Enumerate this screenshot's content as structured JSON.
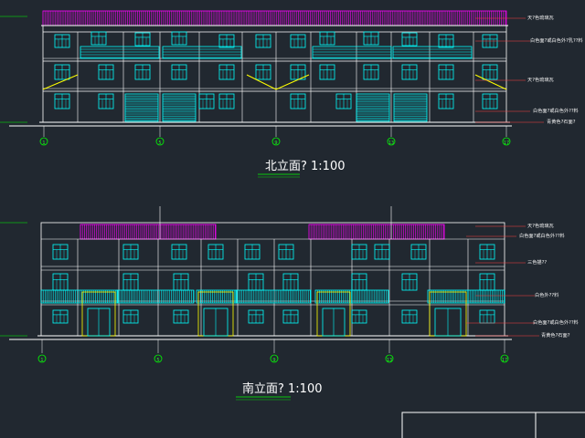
{
  "drawing": {
    "north": {
      "title": "北立面? 1:100",
      "annotations": [
        "天?色琉璃瓦",
        "白色面?或白色外?乳??料",
        "天?色琉璃瓦",
        "白色面?或白色外??料",
        "青黄色?石面?"
      ],
      "axes": [
        "1",
        "5",
        "9",
        "13",
        "17"
      ]
    },
    "south": {
      "title": "南立面? 1:100",
      "annotations": [
        "天?色琉璃瓦",
        "白色面?或白色外??料",
        "三色描??",
        "白色外??料",
        "白色面?或白色外??料",
        "青黄色?石面?"
      ],
      "axes": [
        "1",
        "5",
        "9",
        "13",
        "17"
      ]
    }
  },
  "colors": {
    "background": "#212830",
    "roof_tile": "#ff00ff",
    "outline": "#ffffff",
    "window": "#00ffff",
    "gable": "#ffff00",
    "axis": "#00ff00",
    "leader": "#ff3030"
  }
}
